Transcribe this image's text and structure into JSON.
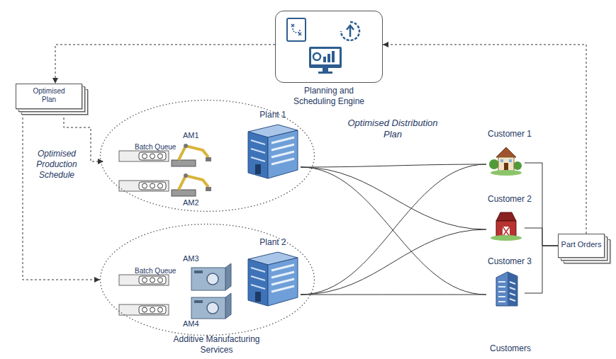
{
  "diagram": {
    "nodes": [
      {
        "text": [
          "Planning and Scheduling Engine"
        ]
      },
      {
        "text": [
          "Optimised Plan"
        ]
      },
      {
        "text": [
          "Batch Queue",
          "AM1",
          "AM2"
        ]
      },
      {
        "text": [
          "Plant 1"
        ],
        "in": 2
      },
      {
        "text": [
          "Batch Queue",
          "AM3",
          "AM4"
        ]
      },
      {
        "text": [
          "Plant 2"
        ],
        "in": 4
      },
      {
        "text": [
          "Customer 1"
        ]
      },
      {
        "text": [
          "Customer 2"
        ]
      },
      {
        "text": [
          "Customer 3"
        ]
      },
      {
        "text": [
          "Part Orders"
        ]
      }
    ],
    "edges": [
      {
        "from": 9,
        "to": 0,
        "arrow": "to"
      },
      {
        "from": 0,
        "to": 1,
        "arrow": "to"
      },
      {
        "from": 1,
        "to": 2,
        "arrow": "to"
      },
      {
        "from": 1,
        "to": 4,
        "arrow": "to",
        "label": "Optimised Production Schedule"
      },
      {
        "from": 3,
        "to": 6,
        "arrow": "none"
      },
      {
        "from": 3,
        "to": 7,
        "arrow": "none"
      },
      {
        "from": 3,
        "to": 8,
        "arrow": "none"
      },
      {
        "from": 5,
        "to": 6,
        "arrow": "none"
      },
      {
        "from": 5,
        "to": 7,
        "arrow": "none"
      },
      {
        "from": 5,
        "to": 8,
        "arrow": "none"
      },
      {
        "from": 6,
        "to": 9,
        "arrow": "none"
      },
      {
        "from": 7,
        "to": 9,
        "arrow": "none"
      },
      {
        "from": 8,
        "to": 9,
        "arrow": "none"
      }
    ],
    "labels": [
      "Optimised Distribution Plan",
      "Additive Manufacturing Services",
      "Customers"
    ]
  }
}
